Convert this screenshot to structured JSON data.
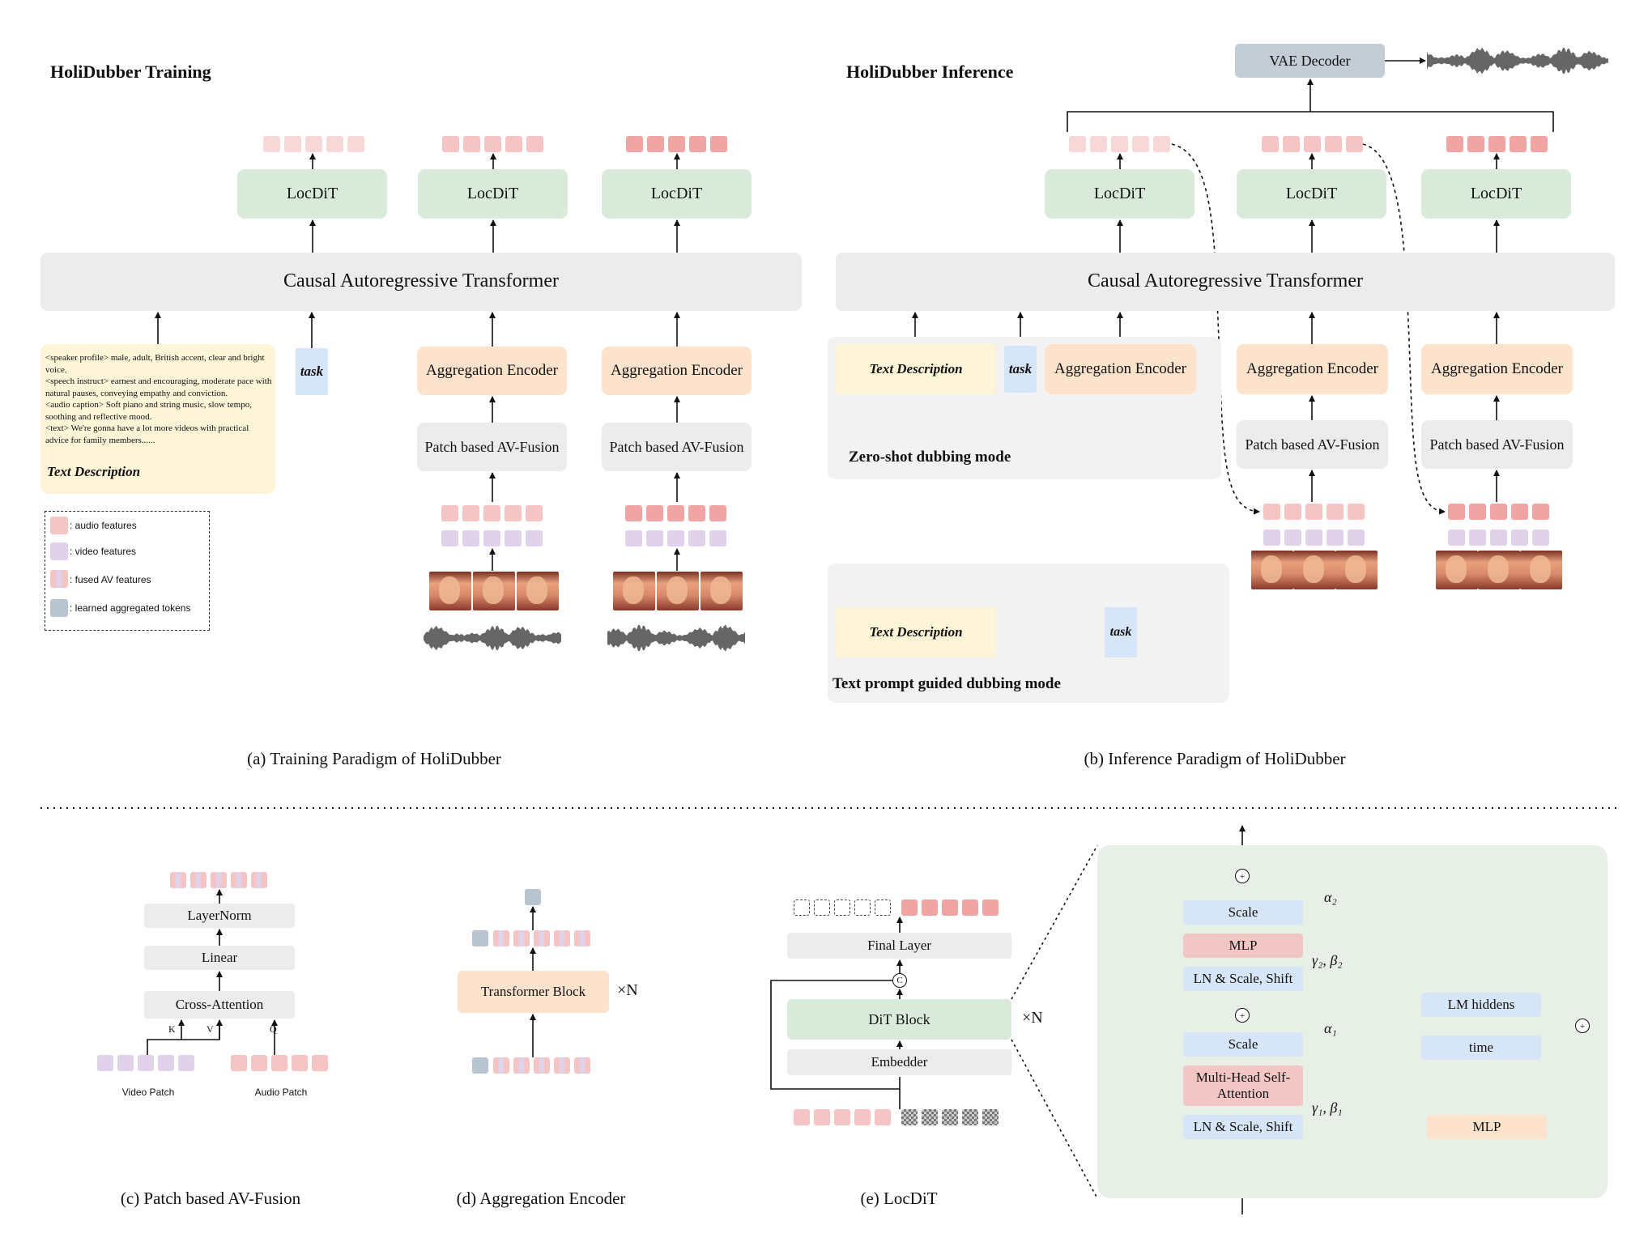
{
  "titles": {
    "training": "HoliDubber Training",
    "inference": "HoliDubber Inference"
  },
  "labels": {
    "locdit": "LocDiT",
    "causal_transformer": "Causal Autoregressive Transformer",
    "aggregation_encoder": "Aggregation Encoder",
    "patch_av_fusion": "Patch based AV-Fusion",
    "task": "task",
    "text_description": "Text Description",
    "vae_decoder": "VAE Decoder",
    "zero_shot_mode": "Zero-shot dubbing mode",
    "text_prompt_mode": "Text prompt guided dubbing mode"
  },
  "text_description_lines": [
    "<speaker profile> male, adult, British accent, clear and bright voice.",
    "<speech instruct> earnest and encouraging, moderate pace with natural pauses, conveying empathy and conviction.",
    "<audio caption> Soft piano and string music, slow tempo, soothing and reflective mood.",
    "<text> We're gonna have a lot more videos with practical advice for family members......"
  ],
  "legend": {
    "audio": ": audio features",
    "video": ": video features",
    "fused": ": fused AV features",
    "learned": ": learned aggregated tokens"
  },
  "colors": {
    "audio": "#f5c4c4",
    "video": "#e0d2e8",
    "learned": "#b8c4d0",
    "green": "#d9eadb",
    "peach": "#fde3cc",
    "blue": "#d7e5f8",
    "pink_mlp": "#f3c6c6"
  },
  "fusion": {
    "layernorm": "LayerNorm",
    "linear": "Linear",
    "cross_attention": "Cross-Attention",
    "k": "K",
    "v": "V",
    "q": "Q",
    "video_patch": "Video Patch",
    "audio_patch": "Audio Patch"
  },
  "aggregation": {
    "transformer_block": "Transformer Block",
    "times_n": "×N"
  },
  "locdit_detail": {
    "final_layer": "Final Layer",
    "dit_block": "DiT Block",
    "embedder": "Embedder",
    "times_n": "×N",
    "concat": "C",
    "scale": "Scale",
    "mlp": "MLP",
    "ln_scale_shift": "LN & Scale, Shift",
    "mhsa": "Multi-Head Self-Attention",
    "lm_hiddens": "LM hiddens",
    "time": "time",
    "alpha2": "α₂",
    "gamma2_beta2": "γ₂, β₂",
    "alpha1": "α₁",
    "gamma1_beta1": "γ₁, β₁",
    "plus": "+"
  },
  "captions": {
    "a": "(a) Training Paradigm of HoliDubber",
    "b": "(b) Inference Paradigm of HoliDubber",
    "c": "(c) Patch based AV-Fusion",
    "d": "(d) Aggregation Encoder",
    "e": "(e) LocDiT"
  }
}
